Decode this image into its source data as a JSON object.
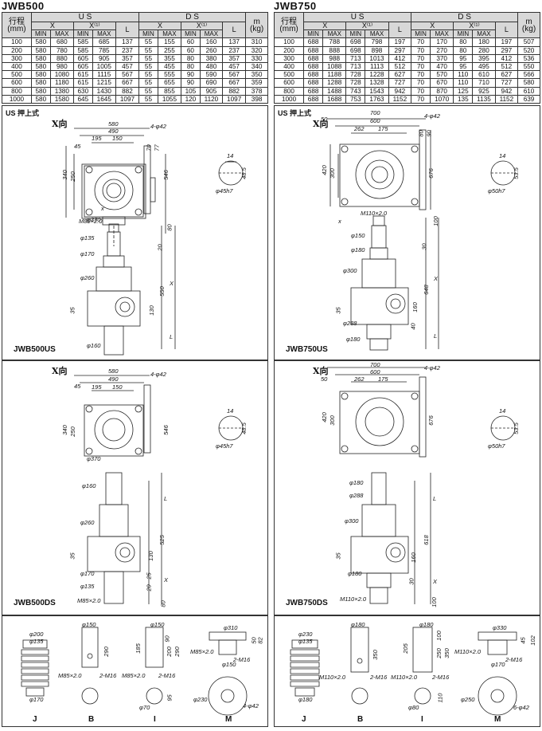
{
  "left": {
    "model": "JWB500",
    "header": {
      "stroke_label": "行程",
      "stroke_unit": "(mm)",
      "us": "U S",
      "ds": "D S",
      "x": "X",
      "x_note": "X⁽¹⁾",
      "l": "L",
      "mass_unit": "m",
      "mass_kg": "(kg)",
      "min": "MIN",
      "max": "MAX"
    },
    "rows": [
      [
        "100",
        "580",
        "680",
        "585",
        "685",
        "137",
        "55",
        "155",
        "60",
        "160",
        "137",
        "310"
      ],
      [
        "200",
        "580",
        "780",
        "585",
        "785",
        "237",
        "55",
        "255",
        "60",
        "260",
        "237",
        "320"
      ],
      [
        "300",
        "580",
        "880",
        "605",
        "905",
        "357",
        "55",
        "355",
        "80",
        "380",
        "357",
        "330"
      ],
      [
        "400",
        "580",
        "980",
        "605",
        "1005",
        "457",
        "55",
        "455",
        "80",
        "480",
        "457",
        "340"
      ],
      [
        "500",
        "580",
        "1080",
        "615",
        "1115",
        "567",
        "55",
        "555",
        "90",
        "590",
        "567",
        "350"
      ],
      [
        "600",
        "580",
        "1180",
        "615",
        "1215",
        "667",
        "55",
        "655",
        "90",
        "690",
        "667",
        "359"
      ],
      [
        "800",
        "580",
        "1380",
        "630",
        "1430",
        "882",
        "55",
        "855",
        "105",
        "905",
        "882",
        "378"
      ],
      [
        "1000",
        "580",
        "1580",
        "645",
        "1645",
        "1097",
        "55",
        "1055",
        "120",
        "1120",
        "1097",
        "398"
      ]
    ],
    "us_section": {
      "title": "US 押上式",
      "x_dir": "X向",
      "model_label": "JWB500US",
      "dims": {
        "w580": "580",
        "w490": "490",
        "w195": "195",
        "w150": "150",
        "w45": "45",
        "h340": "340",
        "h250": "250",
        "h546": "546",
        "h70": "70",
        "h77": "77",
        "d370": "φ370",
        "hole": "4-φ42",
        "k14": "14",
        "k48": "48.5",
        "shaft": "φ45h7",
        "m80": "M80×2.0",
        "d135": "φ135",
        "d170": "φ170",
        "d260": "φ260",
        "d160": "φ160",
        "v80": "80",
        "v20": "20",
        "v550": "550",
        "v130": "130",
        "v35": "35",
        "vX": "X",
        "vL": "L",
        "x": "x"
      }
    },
    "ds_section": {
      "x_dir": "X向",
      "model_label": "JWB500DS",
      "dims": {
        "d160": "φ160",
        "d260": "φ260",
        "d170": "φ170",
        "d135": "φ135",
        "m85": "M85×2.0",
        "v525": "525",
        "v130": "130",
        "v25": "25",
        "v20": "20",
        "v80": "80",
        "vL": "L",
        "vX": "X",
        "v35": "35"
      }
    },
    "bottom": {
      "J": "J",
      "B": "B",
      "I": "I",
      "M": "M",
      "j_d200": "φ200",
      "j_d135": "φ135",
      "j_d170": "φ170",
      "b_d150": "φ150",
      "b_290": "290",
      "b_m85": "M85×2.0",
      "b_m16": "2-M16",
      "i_d150": "φ150",
      "i_185": "185",
      "i_m85": "M85×2.0",
      "i_m16": "2-M16",
      "i_d70": "φ70",
      "i_95": "95",
      "i_200": "200",
      "i_290": "290",
      "i_90": "90",
      "m_d310": "φ310",
      "m_m85": "M85×2.0",
      "m_m16": "2-M16",
      "m_d150": "φ150",
      "m_d230": "φ230",
      "m_holes": "4-φ42",
      "m_50": "50",
      "m_82": "82"
    }
  },
  "right": {
    "model": "JWB750",
    "rows": [
      [
        "100",
        "688",
        "788",
        "698",
        "798",
        "197",
        "70",
        "170",
        "80",
        "180",
        "197",
        "507"
      ],
      [
        "200",
        "688",
        "888",
        "698",
        "898",
        "297",
        "70",
        "270",
        "80",
        "280",
        "297",
        "520"
      ],
      [
        "300",
        "688",
        "988",
        "713",
        "1013",
        "412",
        "70",
        "370",
        "95",
        "395",
        "412",
        "536"
      ],
      [
        "400",
        "688",
        "1088",
        "713",
        "1113",
        "512",
        "70",
        "470",
        "95",
        "495",
        "512",
        "550"
      ],
      [
        "500",
        "688",
        "1188",
        "728",
        "1228",
        "627",
        "70",
        "570",
        "110",
        "610",
        "627",
        "566"
      ],
      [
        "600",
        "688",
        "1288",
        "728",
        "1328",
        "727",
        "70",
        "670",
        "110",
        "710",
        "727",
        "580"
      ],
      [
        "800",
        "688",
        "1488",
        "743",
        "1543",
        "942",
        "70",
        "870",
        "125",
        "925",
        "942",
        "610"
      ],
      [
        "1000",
        "688",
        "1688",
        "753",
        "1763",
        "1152",
        "70",
        "1070",
        "135",
        "1135",
        "1152",
        "639"
      ]
    ],
    "us_section": {
      "title": "US 押上式",
      "x_dir": "X向",
      "model_label": "JWB750US",
      "dims": {
        "w700": "700",
        "w600": "600",
        "w262": "262",
        "w175": "175",
        "w50": "50",
        "h420": "420",
        "h300": "300",
        "h676": "676",
        "h80": "80",
        "h90": "90",
        "hole": "4-φ42",
        "k14": "14",
        "k53": "53.5",
        "shaft": "φ50h7",
        "m110": "M110×2.0",
        "d150": "φ150",
        "d180": "φ180",
        "d300": "φ300",
        "d288": "φ288",
        "v100": "100",
        "v30": "30",
        "v648": "648",
        "v160": "160",
        "v40": "40",
        "v35": "35",
        "vX": "X",
        "vL": "L",
        "x": "x"
      }
    },
    "ds_section": {
      "x_dir": "X向",
      "model_label": "JWB750DS",
      "dims": {
        "d180": "φ180",
        "d288": "φ288",
        "d300": "φ300",
        "m110": "M110×2.0",
        "v618": "618",
        "v160": "160",
        "v30": "30",
        "v100": "100",
        "vL": "L",
        "vX": "X",
        "v35": "35"
      }
    },
    "bottom": {
      "J": "J",
      "B": "B",
      "I": "I",
      "M": "M",
      "j_d230": "φ230",
      "j_d135": "φ135",
      "j_d180": "φ180",
      "b_d180": "φ180",
      "b_350": "350",
      "b_m110": "M110×2.0",
      "b_m16": "2-M16",
      "i_d180": "φ180",
      "i_205": "205",
      "i_m110": "M110×2.0",
      "i_m16": "2-M16",
      "i_d80": "φ80",
      "i_110": "110",
      "i_100": "100",
      "i_250": "250",
      "i_350": "350",
      "m_d330": "φ330",
      "m_m110": "M110×2.0",
      "m_m16": "2-M16",
      "m_d170": "φ170",
      "m_d250": "φ250",
      "m_holes": "6-φ42",
      "m_45": "45",
      "m_102": "102"
    }
  }
}
